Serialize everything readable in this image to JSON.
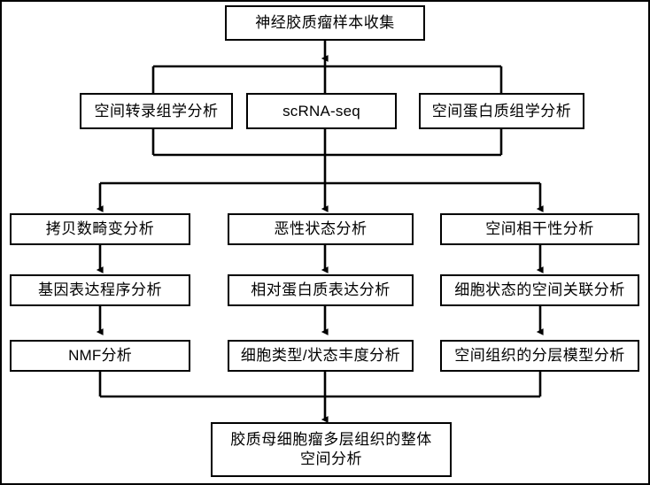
{
  "diagram": {
    "title_node": {
      "id": "sample-collection",
      "text": "神经胶质瘤样本收集"
    },
    "platform_nodes": [
      {
        "id": "spatial-transcriptomics",
        "text": "空间转录组学分析"
      },
      {
        "id": "scrna-seq",
        "text": "scRNA-seq"
      },
      {
        "id": "spatial-proteomics",
        "text": "空间蛋白质组学分析"
      }
    ],
    "columns": [
      {
        "id": "column-left",
        "steps": [
          {
            "id": "cnv-analysis",
            "text": "拷贝数畸变分析"
          },
          {
            "id": "gene-expression-program",
            "text": "基因表达程序分析"
          },
          {
            "id": "nmf-analysis",
            "text": "NMF分析"
          }
        ]
      },
      {
        "id": "column-middle",
        "steps": [
          {
            "id": "malignant-state",
            "text": "恶性状态分析"
          },
          {
            "id": "relative-protein-expression",
            "text": "相对蛋白质表达分析"
          },
          {
            "id": "celltype-state-abundance",
            "text": "细胞类型/状态丰度分析"
          }
        ]
      },
      {
        "id": "column-right",
        "steps": [
          {
            "id": "spatial-coherence",
            "text": "空间相干性分析"
          },
          {
            "id": "cellstate-spatial-association",
            "text": "细胞状态的空间关联分析"
          },
          {
            "id": "spatial-hierarchical-model",
            "text": "空间组织的分层模型分析"
          }
        ]
      }
    ],
    "result_node": {
      "id": "integrated-spatial-analysis",
      "text": "胶质母细胞瘤多层组织的整体\n空间分析"
    },
    "style": {
      "line_color": "#000000",
      "box_border_color": "#000000",
      "box_fill": "#ffffff",
      "text_color": "#000000",
      "background": "#ffffff"
    }
  }
}
